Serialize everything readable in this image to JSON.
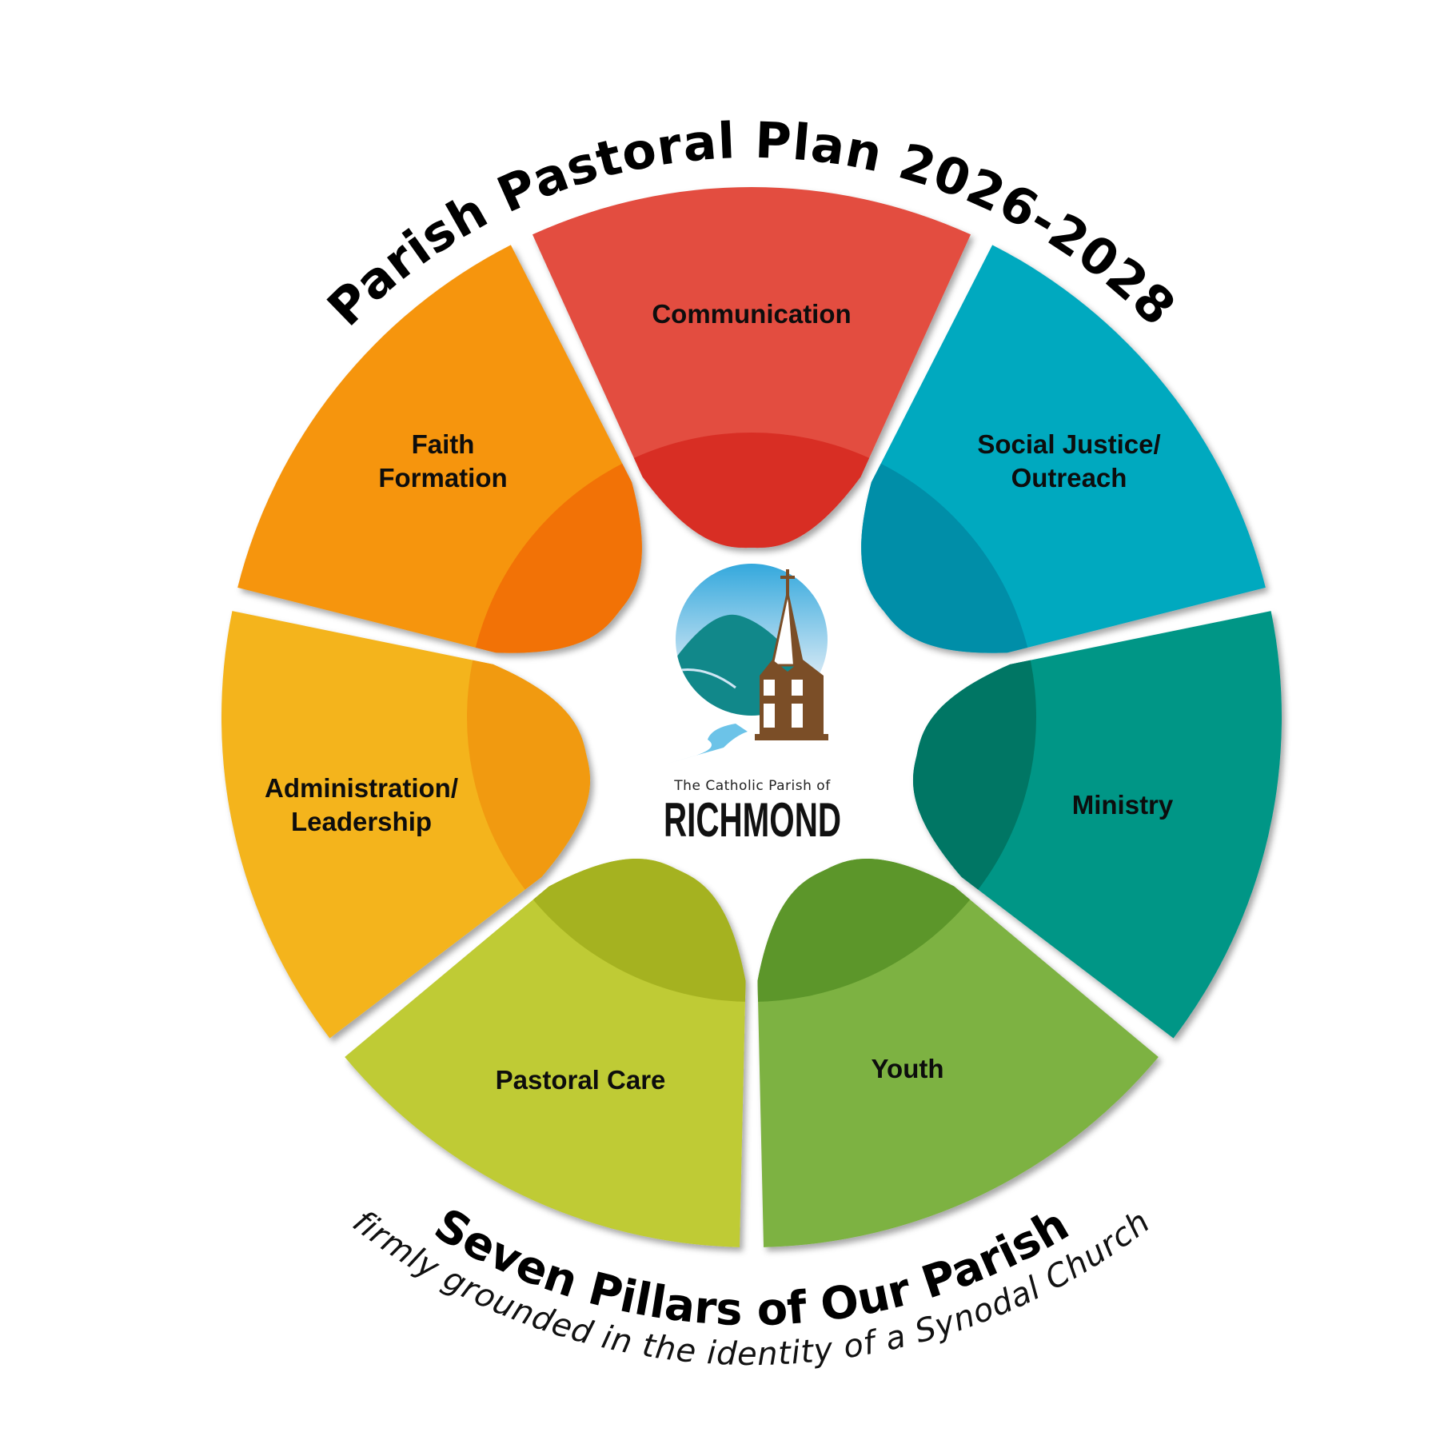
{
  "title": "Parish Pastoral Plan 2026-2028",
  "subtitle": "Seven Pillars of Our Parish",
  "tagline": "firmly grounded in the identity of a Synodal Church",
  "logo": {
    "icon": "church-steeple-over-hills-icon",
    "small_text": "The Catholic Parish of",
    "big_text": "RICHMOND"
  },
  "pillars": [
    {
      "id": "communication",
      "lines": [
        "Communication"
      ],
      "color": "#E34D3F",
      "inner_color": "#D82E24"
    },
    {
      "id": "social-justice",
      "lines": [
        "Social Justice/",
        "Outreach"
      ],
      "color": "#00A9BF",
      "inner_color": "#008EA8"
    },
    {
      "id": "ministry",
      "lines": [
        "Ministry"
      ],
      "color": "#009686",
      "inner_color": "#007664"
    },
    {
      "id": "youth",
      "lines": [
        "Youth"
      ],
      "color": "#7DB243",
      "inner_color": "#5C962A"
    },
    {
      "id": "pastoral-care",
      "lines": [
        "Pastoral Care"
      ],
      "color": "#BFCB35",
      "inner_color": "#A5B220"
    },
    {
      "id": "administration",
      "lines": [
        "Administration/",
        "Leadership"
      ],
      "color": "#F4B41C",
      "inner_color": "#F19A10"
    },
    {
      "id": "faith-formation",
      "lines": [
        "Faith",
        "Formation"
      ],
      "color": "#F6950A",
      "inner_color": "#F27206"
    }
  ]
}
